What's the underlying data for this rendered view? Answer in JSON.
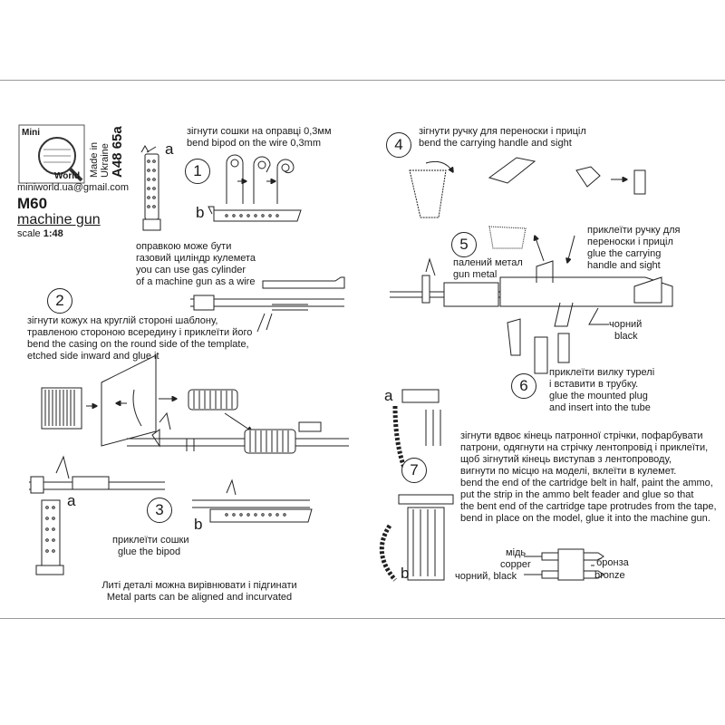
{
  "header": {
    "logo_top": "Mini",
    "logo_bottom": "World",
    "made_in_line1": "Made in",
    "made_in_line2": "Ukraine",
    "code_line1": "A48",
    "code_line2": "65a",
    "email": "miniworld.ua@gmail.com",
    "model": "M60",
    "subtitle": "machine gun",
    "scale_prefix": "scale",
    "scale_value": "1:48"
  },
  "steps": {
    "s1": {
      "num": "1",
      "uk": "зігнути сошки на оправці 0,3мм",
      "en": "bend bipod on the wire 0,3mm",
      "a": "a",
      "b": "b"
    },
    "note1": {
      "l1": "оправкою може бути",
      "l2": "газовий циліндр кулемета",
      "l3": "you can use gas cylinder",
      "l4": "of a machine gun as a wire"
    },
    "s2": {
      "num": "2",
      "l1": "зігнути кожух на круглій стороні шаблону,",
      "l2": "травленою стороною всередину і приклеїти його",
      "l3": "bend the casing on the round side of the template,",
      "l4": "etched side inward and glue it"
    },
    "s3": {
      "num": "3",
      "a": "a",
      "b": "b",
      "uk": "приклеїти сошки",
      "en": "glue the bipod"
    },
    "note3": {
      "uk": "Литі деталі можна вирівнювати і підгинати",
      "en": "Metal parts can be aligned and incurvated"
    },
    "s4": {
      "num": "4",
      "uk": "зігнути ручку для переноски і приціл",
      "en": "bend the carrying handle and sight"
    },
    "s5": {
      "num": "5",
      "l1": "палений метал",
      "l2": "gun metal",
      "r1": "приклеїти ручку для",
      "r2": "переноски і приціл",
      "r3": "glue the carrying",
      "r4": "handle and sight",
      "k1": "чорний",
      "k2": "black"
    },
    "s6": {
      "num": "6",
      "l1": "приклеїти вилку турелі",
      "l2": "і вставити в трубку.",
      "l3": "glue the mounted plug",
      "l4": "and insert into the tube"
    },
    "s7": {
      "num": "7",
      "a": "a",
      "b": "b",
      "l1": "зігнути вдвоє кінець патронної стрічки, пофарбувати",
      "l2": "патрони, одягнути на стрічку лентопровід і приклеїти,",
      "l3": "щоб зігнутий кінець виступав з лентопроводу,",
      "l4": "вигнути по місцю на моделі, вклеїти в кулемет.",
      "l5": "bend the end of the cartridge belt in half, paint the ammo,",
      "l6": "put the strip in the ammo belt feader and glue so that",
      "l7": "the bent end of the cartridge tape protrudes from the tape,",
      "l8": "bend in place on the model, glue it into the machine gun."
    },
    "colors": {
      "m1": "мідь",
      "m2": "copper",
      "m3": "чорний, black",
      "b1": "бронза",
      "b2": "bronze"
    }
  }
}
